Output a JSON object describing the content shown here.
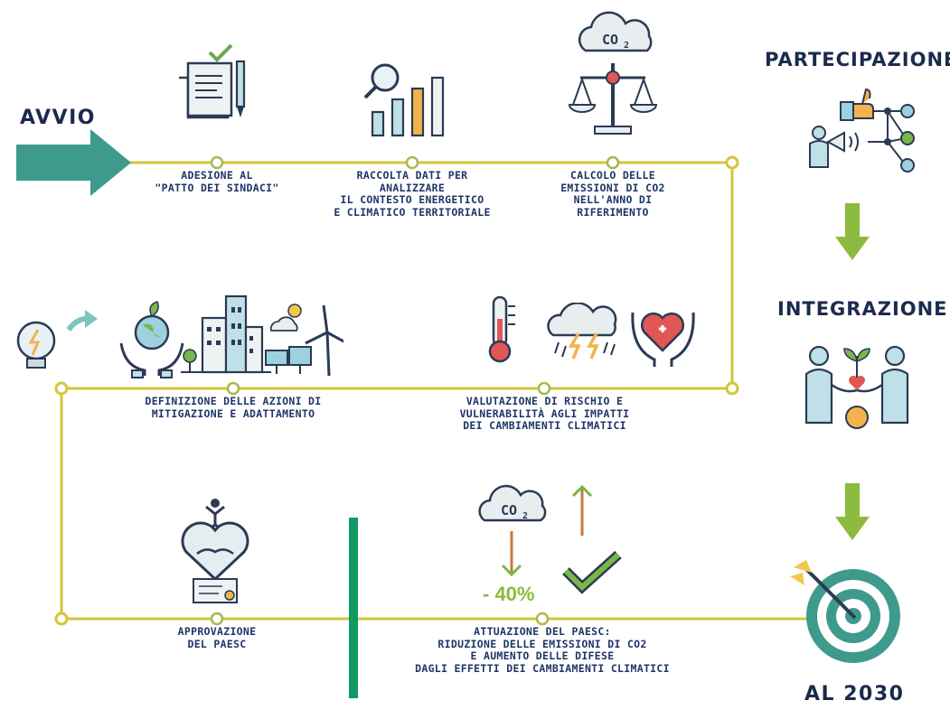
{
  "start": "AVVIO",
  "steps": [
    {
      "label": "ADESIONE AL\n\"PATTO DEI SINDACI\""
    },
    {
      "label": "RACCOLTA DATI PER\nANALIZZARE\nIL CONTESTO ENERGETICO\nE CLIMATICO TERRITORIALE"
    },
    {
      "label": "CALCOLO DELLE\nEMISSIONI DI CO2\nNELL'ANNO DI\nRIFERIMENTO"
    },
    {
      "label": "VALUTAZIONE DI RISCHIO E\nVULNERABILITÀ AGLI IMPATTI\nDEI CAMBIAMENTI CLIMATICI"
    },
    {
      "label": "DEFINIZIONE DELLE AZIONI DI\nMITIGAZIONE E ADATTAMENTO"
    },
    {
      "label": "APPROVAZIONE\nDEL PAESC"
    },
    {
      "label": "ATTUAZIONE DEL PAESC:\nRIDUZIONE DELLE EMISSIONI DI CO2\nE AUMENTO DELLE DIFESE\nDAGLI EFFETTI DEI CAMBIAMENTI CLIMATICI"
    }
  ],
  "co2_label": "CO",
  "co2_sub": "2",
  "reduction": "- 40%",
  "side": {
    "participation": "PARTECIPAZIONE",
    "integration": "INTEGRAZIONE",
    "goal": "AL 2030"
  },
  "icons": [
    "document-check-icon",
    "chart-search-icon",
    "co2-cloud-icon",
    "balance-scale-icon",
    "lightbulb-icon",
    "globe-hands-icon",
    "city-icon",
    "wind-solar-icon",
    "thermometer-icon",
    "storm-icon",
    "heart-hands-icon",
    "handshake-heart-icon",
    "co2-down-icon",
    "check-icon",
    "megaphone-network-icon",
    "plant-people-icon",
    "target-icon"
  ],
  "colors": {
    "line": "#d3c63a",
    "teal": "#3e9a8c",
    "green": "#8cbb3f",
    "navy": "#1f3569",
    "divider": "#119a62"
  }
}
